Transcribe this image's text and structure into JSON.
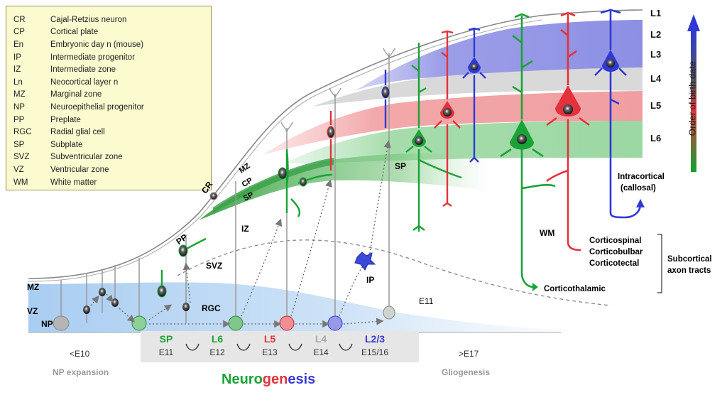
{
  "legend": [
    {
      "abbr": "CR",
      "desc": "Cajal-Retzius neuron"
    },
    {
      "abbr": "CP",
      "desc": "Cortical plate"
    },
    {
      "abbr": "En",
      "desc": "Embryonic day n (mouse)"
    },
    {
      "abbr": "IP",
      "desc": "Intermediate progenitor"
    },
    {
      "abbr": "IZ",
      "desc": "Intermediate zone"
    },
    {
      "abbr": "Ln",
      "desc": "Neocortical layer n"
    },
    {
      "abbr": "MZ",
      "desc": "Marginal zone"
    },
    {
      "abbr": "NP",
      "desc": "Neuroepithelial progenitor"
    },
    {
      "abbr": "PP",
      "desc": "Preplate"
    },
    {
      "abbr": "RGC",
      "desc": "Radial glial cell"
    },
    {
      "abbr": "SP",
      "desc": "Subplate"
    },
    {
      "abbr": "SVZ",
      "desc": "Subventricular zone"
    },
    {
      "abbr": "VZ",
      "desc": "Ventricular zone"
    },
    {
      "abbr": "WM",
      "desc": "White matter"
    }
  ],
  "layers": [
    "L1",
    "L2",
    "L3",
    "L4",
    "L5",
    "L6"
  ],
  "axis_label": "Order of birth date",
  "zones": {
    "mz_left": "MZ",
    "vz": "VZ",
    "np": "NP",
    "pp": "PP",
    "cr": "CR",
    "mz": "MZ",
    "cp": "CP",
    "sp": "SP",
    "iz": "IZ",
    "svz": "SVZ",
    "rgc": "RGC",
    "ip": "IP",
    "sp_mid": "SP",
    "wm": "WM",
    "e11_zone": "E11"
  },
  "projections": {
    "intracortical": "Intracortical",
    "callosal": "(callosal)",
    "corticospinal": "Corticospinal",
    "corticobulbar": "Corticobulbar",
    "corticotectal": "Corticotectal",
    "subcortical_1": "Subcortical",
    "subcortical_2": "axon tracts",
    "corticothalamic": "Corticothalamic"
  },
  "timeline": {
    "start_day": "<E10",
    "start_phase": "NP expansion",
    "end_day": ">E17",
    "end_phase": "Gliogenesis",
    "stages": [
      {
        "label": "SP",
        "day": "E11",
        "color": "#1aa337"
      },
      {
        "label": "L6",
        "day": "E12",
        "color": "#1aa337"
      },
      {
        "label": "L5",
        "day": "E13",
        "color": "#e3323c"
      },
      {
        "label": "L4",
        "day": "E14",
        "color": "#a8a8a8"
      },
      {
        "label": "L2/3",
        "day": "E15/16",
        "color": "#3a3ad6"
      }
    ]
  },
  "title_parts": [
    {
      "text": "Neuro",
      "color": "#1aa337"
    },
    {
      "text": "gen",
      "color": "#e3323c"
    },
    {
      "text": "esis",
      "color": "#3a3ad6"
    }
  ],
  "colors": {
    "green": "#1aa337",
    "red": "#e3323c",
    "blue": "#2f39d4",
    "gray": "#a8a8a8",
    "legend_bg": "#fbfbcf"
  }
}
